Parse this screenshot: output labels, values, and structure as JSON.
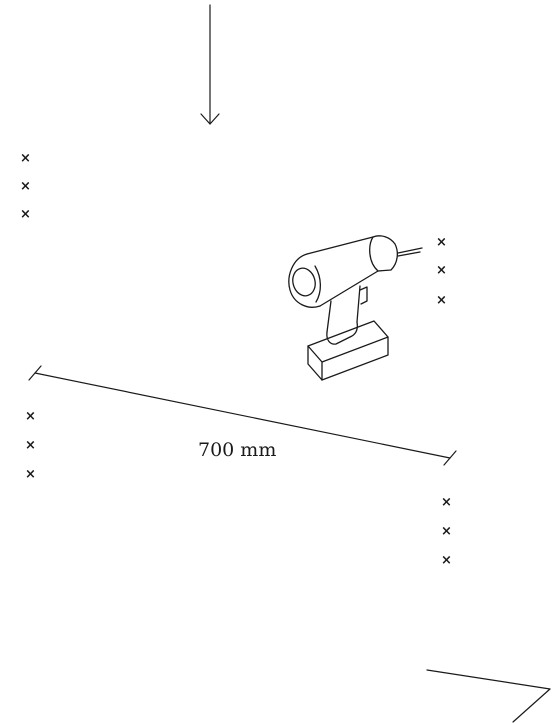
{
  "dimension": {
    "label": "700 mm"
  },
  "marker_glyph": "×",
  "marker_groups": [
    {
      "name": "marker-group-top-left",
      "count": 3
    },
    {
      "name": "marker-group-drill-right",
      "count": 3
    },
    {
      "name": "marker-group-lower-left",
      "count": 3
    },
    {
      "name": "marker-group-lower-right",
      "count": 3
    }
  ],
  "icons": {
    "drill": "cordless-drill-icon",
    "arrow": "down-arrow-icon"
  },
  "colors": {
    "ink": "#1a1a1a",
    "background": "#ffffff"
  }
}
